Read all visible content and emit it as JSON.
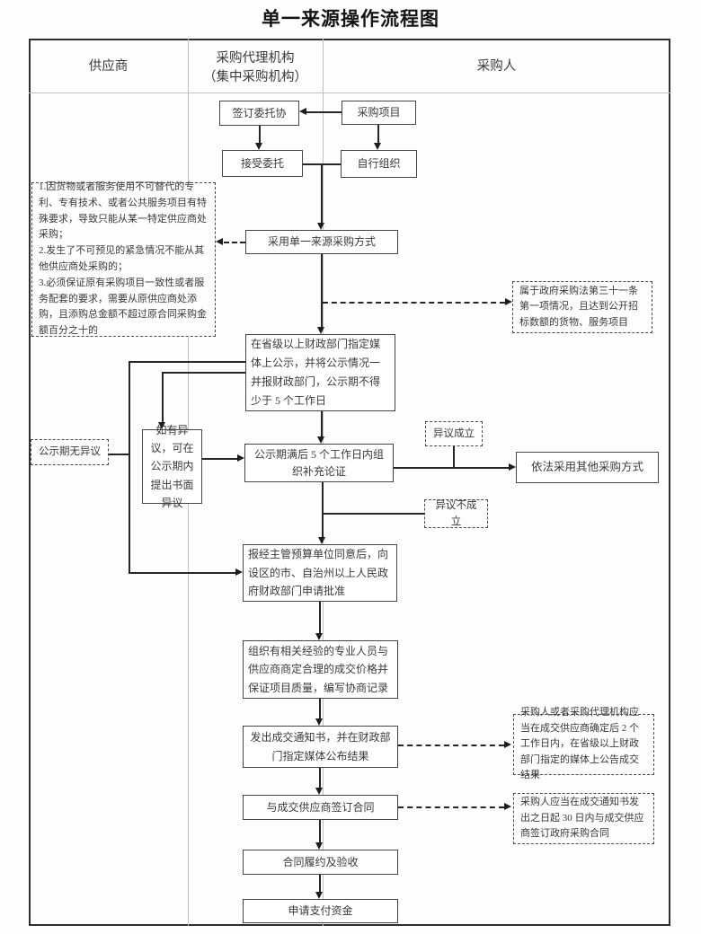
{
  "title": "单一来源操作流程图",
  "lanes": {
    "supplier": "供应商",
    "agency_line1": "采购代理机构",
    "agency_line2": "（集中采购机构）",
    "purchaser": "采购人"
  },
  "nodes": {
    "sign_agreement": "签订委托协",
    "procurement_project": "采购项目",
    "accept_entrustment": "接受委托",
    "self_organize": "自行组织",
    "single_source_method": "采用单一来源采购方式",
    "publicity": "在省级以上财政部门指定媒体上公示，并将公示情况一并报财政部门，公示期不得少于 5 个工作日",
    "supplement_demonstration": "公示期满后 5 个工作日内组织补充论证",
    "objection_during_publicity": "如有异议，可在公示期内提出书面异议",
    "other_method": "依法采用其他采购方式",
    "apply_approval": "报经主管预算单位同意后，向设区的市、自治州以上人民政府财政部门申请批准",
    "negotiate_record": "组织有相关经验的专业人员与供应商商定合理的成交价格并保证项目质量，编写协商记录",
    "award_notice": "发出成交通知书，并在财政部门指定媒体公布结果",
    "sign_contract": "与成交供应商签订合同",
    "contract_performance": "合同履约及验收",
    "payment_request": "申请支付资金"
  },
  "labels": {
    "no_objection": "公示期无异议",
    "objection_valid": "异议成立",
    "objection_invalid": "异议不成立"
  },
  "annotations": {
    "conditions": [
      "1.因货物或者服务使用不可替代的专利、专有技术、或者公共服务项目有特殊要求，导致只能从某一特定供应商处采购；",
      "2.发生了不可预见的紧急情况不能从其他供应商处采购的；",
      "3.必须保证原有采购项目一致性或者服务配套的要求，需要从原供应商处添购，且添购总金额不超过原合同采购金额百分之十的"
    ],
    "law_scope": "属于政府采购法第三十一条第一项情况，且达到公开招标数额的货物、服务项目",
    "announce_result": "采购人或者采购代理机构应当在成交供应商确定后 2 个工作日内，在省级以上财政部门指定的媒体上公告成交结果",
    "sign_deadline": "采购人应当在成交通知书发出之日起 30 日内与成交供应商签订政府采购合同"
  },
  "colors": {
    "lane_divider": "#a6c8e6",
    "box_border": "#454545",
    "line": "#262626",
    "text": "#3a3a3a",
    "title_text": "#141414"
  }
}
